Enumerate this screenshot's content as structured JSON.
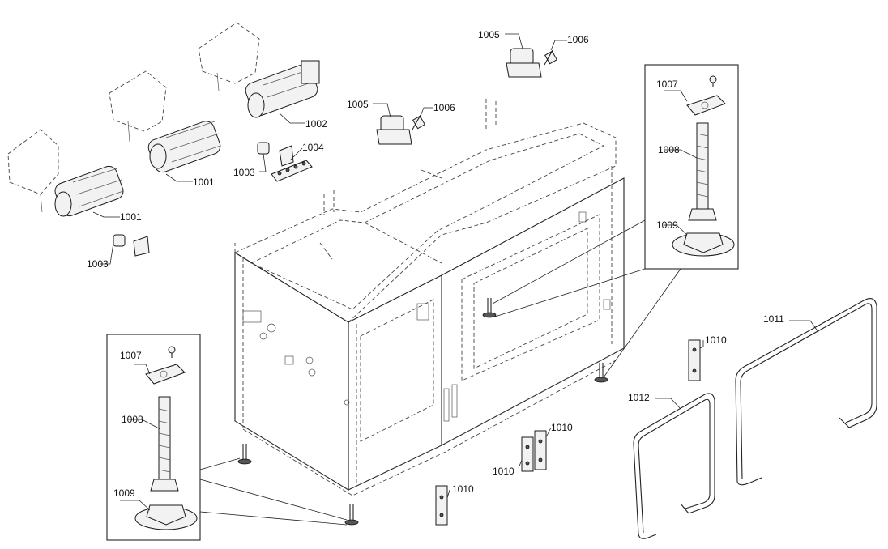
{
  "callouts": {
    "p1001a": "1001",
    "p1001b": "1001",
    "p1002": "1002",
    "p1003a": "1003",
    "p1003b": "1003",
    "p1004": "1004",
    "p1005a": "1005",
    "p1005b": "1005",
    "p1006a": "1006",
    "p1006b": "1006",
    "p1007a": "1007",
    "p1007b": "1007",
    "p1008a": "1008",
    "p1008b": "1008",
    "p1009a": "1009",
    "p1009b": "1009",
    "p1010a": "1010",
    "p1010b": "1010",
    "p1010c": "1010",
    "p1010d": "1010",
    "p1011": "1011",
    "p1012": "1012"
  }
}
